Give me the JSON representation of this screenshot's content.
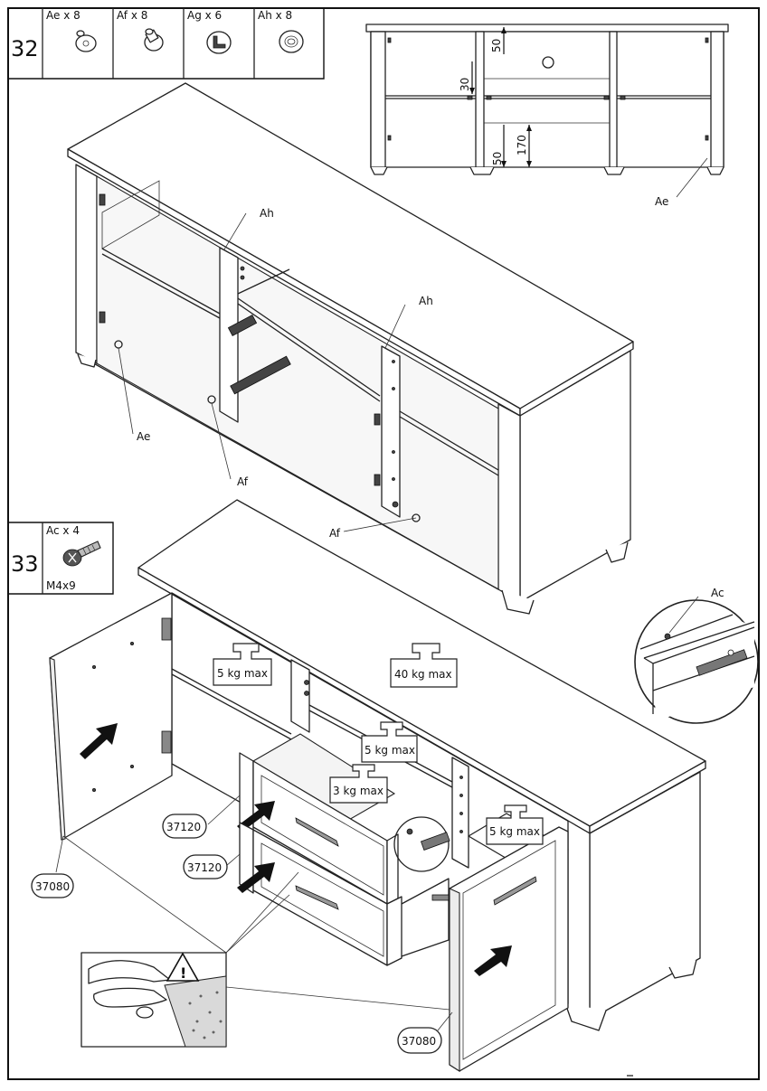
{
  "step32": {
    "number": "32",
    "parts": [
      {
        "label": "Ae x 8",
        "icon": "dowel-cap-icon"
      },
      {
        "label": "Af x 8",
        "icon": "cam-pin-icon"
      },
      {
        "label": "Ag x 6",
        "icon": "shelf-support-icon"
      },
      {
        "label": "Ah x 8",
        "icon": "washer-cap-icon"
      }
    ],
    "callouts": {
      "ah_top": "Ah",
      "ah_mid": "Ah",
      "ae_left": "Ae",
      "ae_inset": "Ae",
      "af_left": "Af",
      "af_right": "Af"
    },
    "dimensions": {
      "d1": "50",
      "d2": "30",
      "d3": "50",
      "d4": "170"
    }
  },
  "step33": {
    "number": "33",
    "part_label": "Ac x 4",
    "part_icon": "screw-icon",
    "part_size": "M4x9",
    "ac_callout": "Ac",
    "weights": {
      "top": "40 kg max",
      "left_shelf": "5 kg max",
      "mid_shelf": "5 kg max",
      "drawer": "3 kg max",
      "right_shelf": "5 kg max"
    },
    "part_codes": {
      "door_left": "37080",
      "drawer_upper": "37120",
      "drawer_lower": "37120",
      "door_right": "37080"
    },
    "warning_icon": "warning-triangle-icon"
  }
}
